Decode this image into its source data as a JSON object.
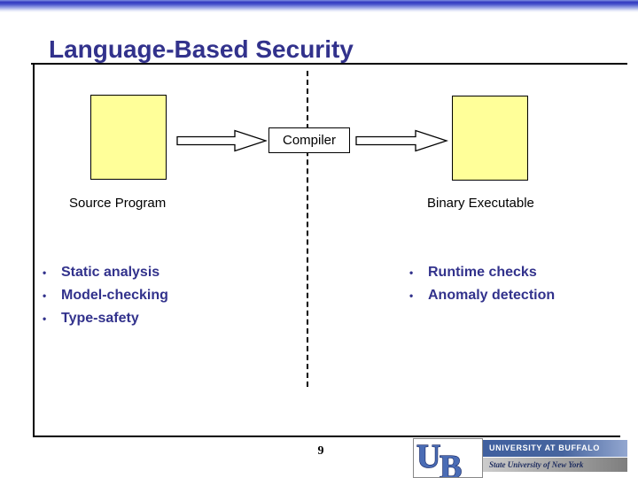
{
  "slide": {
    "title": "Language-Based Security",
    "page_number": "9"
  },
  "diagram": {
    "compiler_label": "Compiler",
    "source_label": "Source Program",
    "binary_label": "Binary Executable"
  },
  "left_bullets": {
    "bullet_char": "•",
    "items": [
      {
        "label": "Static analysis"
      },
      {
        "label": "Model-checking"
      },
      {
        "label": "Type-safety"
      }
    ]
  },
  "right_bullets": {
    "bullet_char": "•",
    "items": [
      {
        "label": "Runtime checks"
      },
      {
        "label": "Anomaly detection"
      }
    ]
  },
  "footer": {
    "logo_letter_u": "U",
    "logo_letter_b": "B",
    "university_name": "UNIVERSITY AT BUFFALO",
    "university_subtitle": "State University of New York"
  },
  "colors": {
    "title_text": "#32328c",
    "bullet_text": "#32328c",
    "flow_box_fill": "#ffff99",
    "logo_blue": "#4a6cb5",
    "univ_bar_blue": "#46649e",
    "top_bar_blue": "#3038c0"
  }
}
